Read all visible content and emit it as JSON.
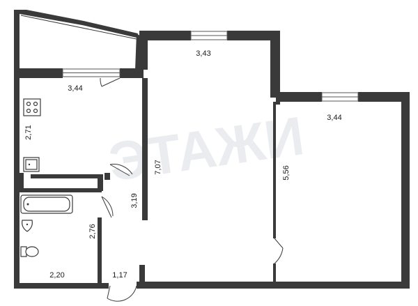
{
  "floorplan": {
    "dimensions": {
      "balcony_width": "3,44",
      "hall_width": "3,43",
      "room_width": "3,44",
      "kitchen_height": "2,71",
      "hall_height": "7,07",
      "room_height": "5,56",
      "corridor_height": "3,19",
      "bathroom_height": "2,76",
      "bathroom_width": "2,20",
      "entrance_width": "1,17"
    },
    "watermark": "ЭТАЖИ"
  }
}
